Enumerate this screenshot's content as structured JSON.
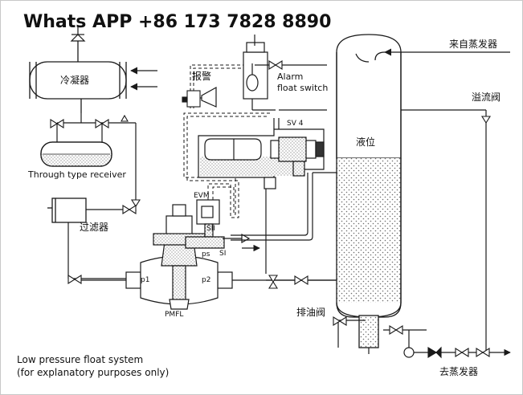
{
  "header": {
    "contact": "Whats APP +86 173 7828 8890"
  },
  "labels": {
    "condenser": "冷凝器",
    "alarm_cn": "报警",
    "from_evaporator": "来自蒸发器",
    "alarm_float_switch_1": "Alarm",
    "alarm_float_switch_2": "float switch",
    "overflow_valve": "溢流阀",
    "sv4": "SV 4",
    "liquid_level": "液位",
    "receiver": "Through type receiver",
    "evm": "EVM",
    "sii": "SII",
    "si": "SI",
    "ps": "ps",
    "p1": "p1",
    "p2": "p2",
    "pmfl": "PMFL",
    "filter": "过滤器",
    "oil_drain_valve": "排油阀",
    "to_evaporator": "去蒸发器"
  },
  "caption": {
    "line1": "Low pressure float system",
    "line2": "(for explanatory purposes only)"
  },
  "colors": {
    "line": "#1a1a1a",
    "fill": "#ffffff",
    "shade": "#e6e6e6",
    "liquid_dot": "#6e6e6e",
    "dark": "#333333"
  }
}
